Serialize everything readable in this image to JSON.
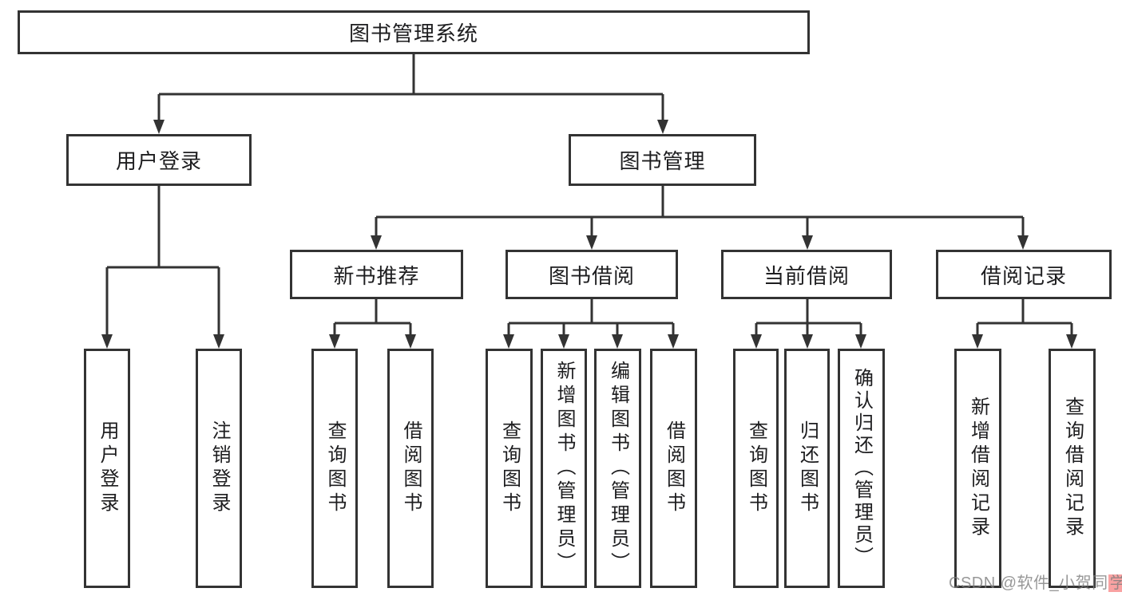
{
  "colors": {
    "background": "#ffffff",
    "line": "#333333",
    "box_border": "#333333",
    "text": "#1d1d1f",
    "watermark_text": "#7d7d7d",
    "watermark_highlight": "#f9a2a2"
  },
  "chart_data": {
    "type": "table",
    "title": "图书管理系统功能结构图"
  },
  "tree": {
    "root": {
      "label": "图书管理系统"
    },
    "level2": [
      {
        "label": "用户登录"
      },
      {
        "label": "图书管理"
      }
    ],
    "level3": [
      {
        "label": "新书推荐",
        "parent": "图书管理"
      },
      {
        "label": "图书借阅",
        "parent": "图书管理"
      },
      {
        "label": "当前借阅",
        "parent": "图书管理"
      },
      {
        "label": "借阅记录",
        "parent": "图书管理"
      }
    ],
    "leaves": [
      {
        "label": "用户登录",
        "parent": "用户登录"
      },
      {
        "label": "注销登录",
        "parent": "用户登录"
      },
      {
        "label": "查询图书",
        "parent": "新书推荐"
      },
      {
        "label": "借阅图书",
        "parent": "新书推荐"
      },
      {
        "label": "查询图书",
        "parent": "图书借阅"
      },
      {
        "label": "新增图书（管理员）",
        "parent": "图书借阅"
      },
      {
        "label": "编辑图书（管理员）",
        "parent": "图书借阅"
      },
      {
        "label": "借阅图书",
        "parent": "图书借阅"
      },
      {
        "label": "查询图书",
        "parent": "当前借阅"
      },
      {
        "label": "归还图书",
        "parent": "当前借阅"
      },
      {
        "label": "确认归还（管理员）",
        "parent": "当前借阅"
      },
      {
        "label": "新增借阅记录",
        "parent": "借阅记录"
      },
      {
        "label": "查询借阅记录",
        "parent": "借阅记录"
      }
    ]
  },
  "watermark": {
    "prefix": "CSDN @软件_小贺同",
    "highlight": "学"
  }
}
